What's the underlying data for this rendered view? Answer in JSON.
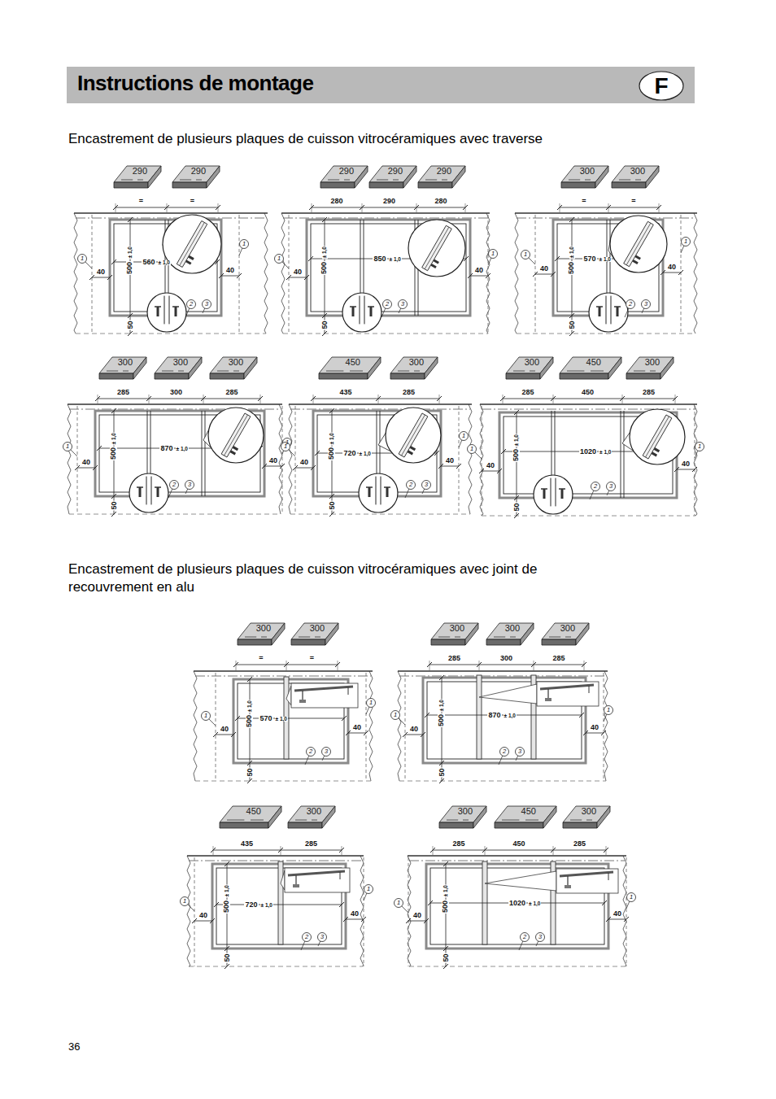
{
  "diagram": {
    "title": "Instructions de montage",
    "nodes": [
      {
        "text": [
          "F"
        ]
      },
      {
        "text": [
          "290"
        ]
      },
      {
        "text": [
          "290"
        ]
      },
      {
        "text": [
          "290"
        ]
      },
      {
        "text": [
          "290"
        ]
      },
      {
        "text": [
          "290"
        ]
      },
      {
        "text": [
          "300"
        ]
      },
      {
        "text": [
          "300"
        ]
      },
      {
        "text": [
          "300"
        ]
      },
      {
        "text": [
          "300"
        ]
      },
      {
        "text": [
          "300"
        ]
      },
      {
        "text": [
          "450"
        ]
      },
      {
        "text": [
          "300"
        ]
      },
      {
        "text": [
          "300"
        ]
      },
      {
        "text": [
          "450"
        ]
      },
      {
        "text": [
          "300"
        ]
      },
      {
        "text": [
          "300"
        ]
      },
      {
        "text": [
          "300"
        ]
      },
      {
        "text": [
          "300"
        ]
      },
      {
        "text": [
          "300"
        ]
      },
      {
        "text": [
          "300"
        ]
      },
      {
        "text": [
          "450"
        ]
      },
      {
        "text": [
          "300"
        ]
      },
      {
        "text": [
          "300"
        ]
      },
      {
        "text": [
          "450"
        ]
      },
      {
        "text": [
          "300"
        ]
      }
    ],
    "labels": [
      "Encastrement de plusieurs plaques de cuisson vitrocéramiques avec traverse",
      "=",
      "=",
      "560",
      "± 1,0",
      "40",
      "40",
      "1",
      "1",
      "500",
      "± 1,0",
      "50",
      "2",
      "3",
      "280",
      "290",
      "280",
      "850",
      "± 1,0",
      "40",
      "40",
      "1",
      "1",
      "500",
      "± 1,0",
      "50",
      "2",
      "3",
      "=",
      "=",
      "570",
      "± 1,0",
      "40",
      "40",
      "1",
      "1",
      "500",
      "± 1,0",
      "50",
      "2",
      "3",
      "285",
      "300",
      "285",
      "870",
      "± 1,0",
      "40",
      "40",
      "1",
      "1",
      "500",
      "± 1,0",
      "50",
      "2",
      "3",
      "435",
      "285",
      "720",
      "± 1,0",
      "40",
      "40",
      "1",
      "1",
      "500",
      "± 1,0",
      "50",
      "2",
      "3",
      "285",
      "450",
      "285",
      "1020",
      "± 1,0",
      "40",
      "40",
      "1",
      "1",
      "500",
      "± 1,0",
      "50",
      "2",
      "3",
      "Encastrement de plusieurs plaques de cuisson vitrocéramiques avec joint de recouvrement en alu",
      "=",
      "=",
      "570",
      "± 1,0",
      "40",
      "40",
      "1",
      "1",
      "500",
      "± 1,0",
      "50",
      "2",
      "3",
      "285",
      "300",
      "285",
      "870",
      "± 1,0",
      "40",
      "40",
      "1",
      "1",
      "500",
      "± 1,0",
      "50",
      "2",
      "3",
      "435",
      "285",
      "720",
      "± 1,0",
      "40",
      "40",
      "1",
      "1",
      "500",
      "± 1,0",
      "50",
      "2",
      "3",
      "285",
      "450",
      "285",
      "1020",
      "± 1,0",
      "40",
      "40",
      "1",
      "1",
      "500",
      "± 1,0",
      "50",
      "2",
      "3",
      "36"
    ]
  }
}
